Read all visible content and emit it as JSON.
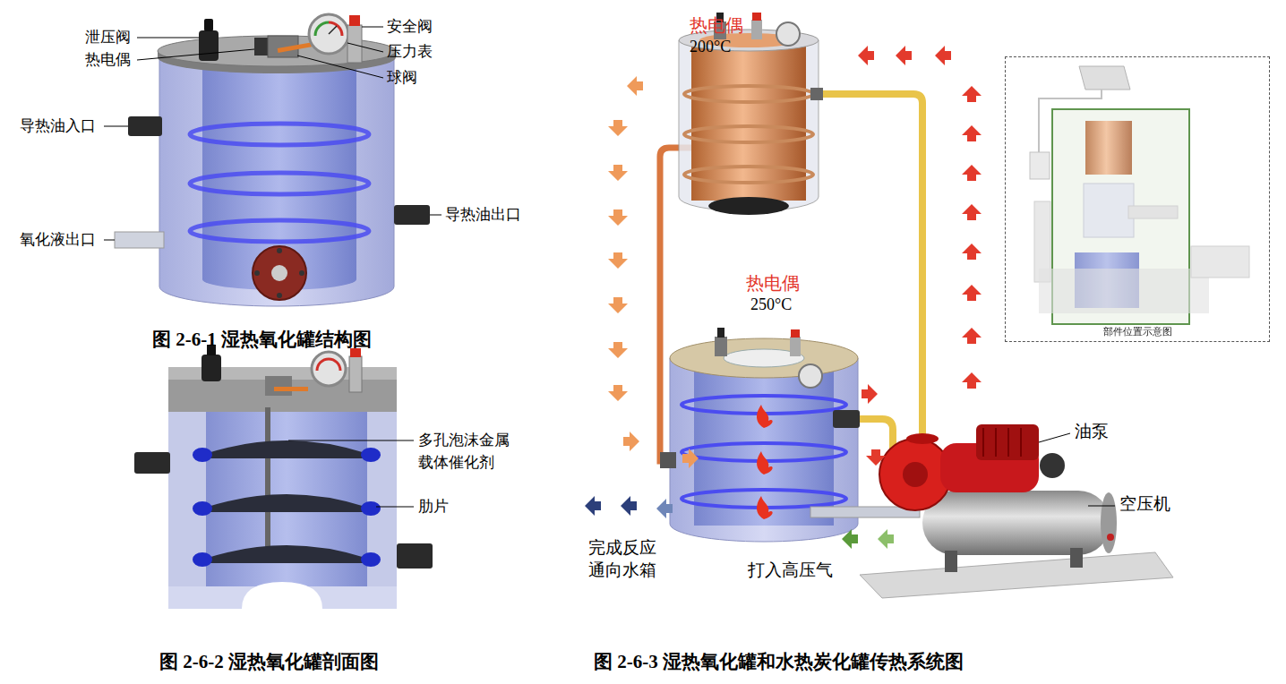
{
  "diagram": {
    "nodes": [
      {
        "text": [
          "部件位置示意图"
        ]
      }
    ],
    "labels": [
      "泄压阀",
      "热电偶",
      "安全阀",
      "压力表",
      "球阀",
      "导热油入口",
      "导热油出口",
      "氧化液出口",
      "图 2-6-1  湿热氧化罐结构图",
      "多孔泡沫金属 载体催化剂",
      "肋片",
      "图 2-6-2  湿热氧化罐剖面图",
      "热电偶",
      "200°C",
      "热电偶",
      "250°C",
      "油泵",
      "空压机",
      "完成反应 通向水箱",
      "打入高压气",
      "图 2-6-3  湿热氧化罐和水热炭化罐传热系统图"
    ]
  }
}
